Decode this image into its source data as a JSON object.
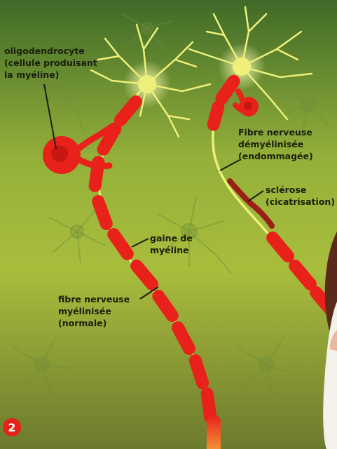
{
  "labels": {
    "oligodendrocyte": "oligodendrocyte\n(cellule produisant\nla myéline)",
    "fibre_demyelinisee": "Fibre nerveuse\ndémyélinisée\n(endommagée)",
    "sclerose": "sclérose\n(cicatrisation)",
    "gaine": "gaine de\nmyéline",
    "fibre_myelinisee": "fibre nerveuse\nmyélinisée\n(normale)"
  },
  "badge": "2",
  "colors": {
    "background_top": "#3f6a28",
    "background_mid": "#a9bd3c",
    "background_bottom": "#6c7a2e",
    "myelin": "#e8221b",
    "neuron": "#eef07a",
    "scar": "#9b1f18",
    "badge": "#e2231a"
  }
}
